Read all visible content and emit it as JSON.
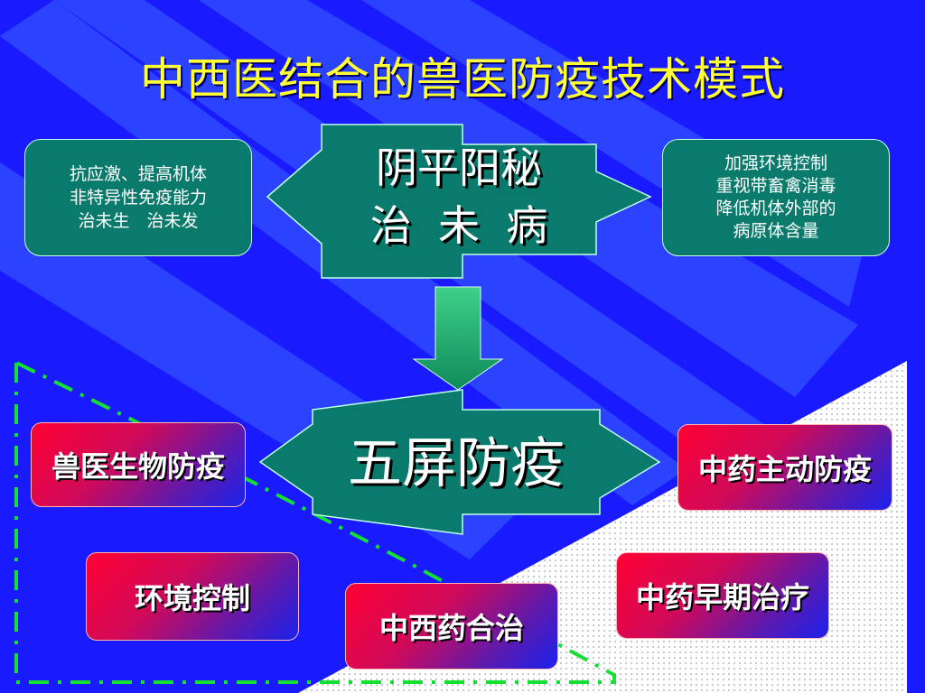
{
  "title": "中西医结合的兽医防疫技术模式",
  "top_hexagon": {
    "line1": "阴平阳秘",
    "line2": "治  未  病"
  },
  "left_top_box": {
    "lines": [
      "抗应激、提高机体",
      "非特异性免疫能力",
      "治未生　治未发"
    ]
  },
  "right_top_box": {
    "lines": [
      "加强环境控制",
      "重视带畜禽消毒",
      "降低机体外部的",
      "病原体含量"
    ]
  },
  "center_hexagon": {
    "label": "五屏防疫"
  },
  "boxes": {
    "vet_bio": "兽医生物防疫",
    "tcm_active": "中药主动防疫",
    "env_control": "环境控制",
    "combined": "中西药合治",
    "tcm_early": "中药早期治疗"
  },
  "colors": {
    "background": "#1a1aff",
    "title": "#ffff33",
    "teal": "#0a7a6c",
    "arrow": "#2fb87a",
    "dash": "#14e032"
  }
}
